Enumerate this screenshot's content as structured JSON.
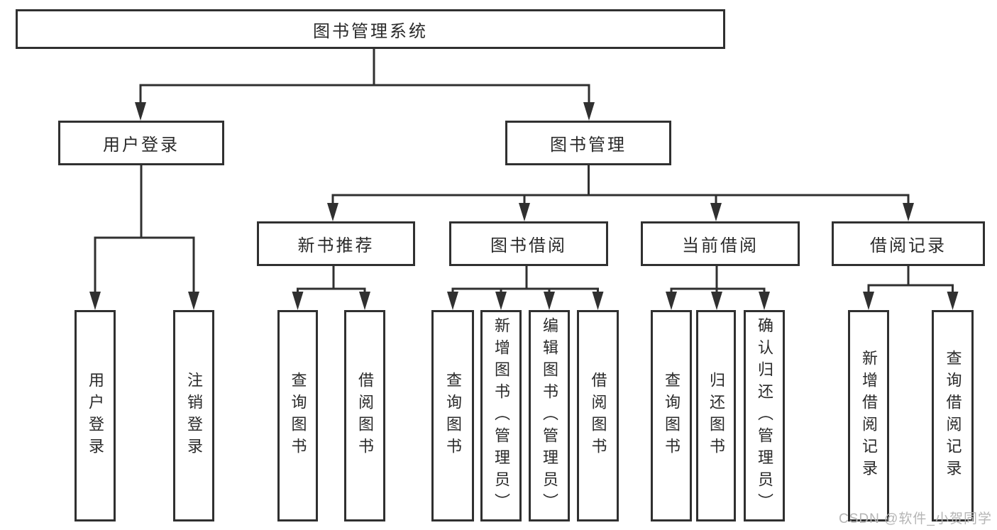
{
  "colors": {
    "line": "#303030",
    "box_border": "#303030",
    "text": "#2a2a2a",
    "background": "#ffffff",
    "watermark": "#b5b5b5"
  },
  "watermark": {
    "text": "CSDN @软件_小贺同学"
  },
  "diagram": {
    "title": "图书管理系统",
    "level2": [
      {
        "label": "用户登录"
      },
      {
        "label": "图书管理"
      }
    ],
    "login_children": [
      {
        "label": "用户登录"
      },
      {
        "label": "注销登录"
      }
    ],
    "mgmt_sections": [
      {
        "label": "新书推荐",
        "children": [
          {
            "label": "查询图书"
          },
          {
            "label": "借阅图书"
          }
        ]
      },
      {
        "label": "图书借阅",
        "children": [
          {
            "label": "查询图书"
          },
          {
            "label": "新增图书（管理员）"
          },
          {
            "label": "编辑图书（管理员）"
          },
          {
            "label": "借阅图书"
          }
        ]
      },
      {
        "label": "当前借阅",
        "children": [
          {
            "label": "查询图书"
          },
          {
            "label": "归还图书"
          },
          {
            "label": "确认归还（管理员）"
          }
        ]
      },
      {
        "label": "借阅记录",
        "children": [
          {
            "label": "新增借阅记录"
          },
          {
            "label": "查询借阅记录"
          }
        ]
      }
    ]
  }
}
